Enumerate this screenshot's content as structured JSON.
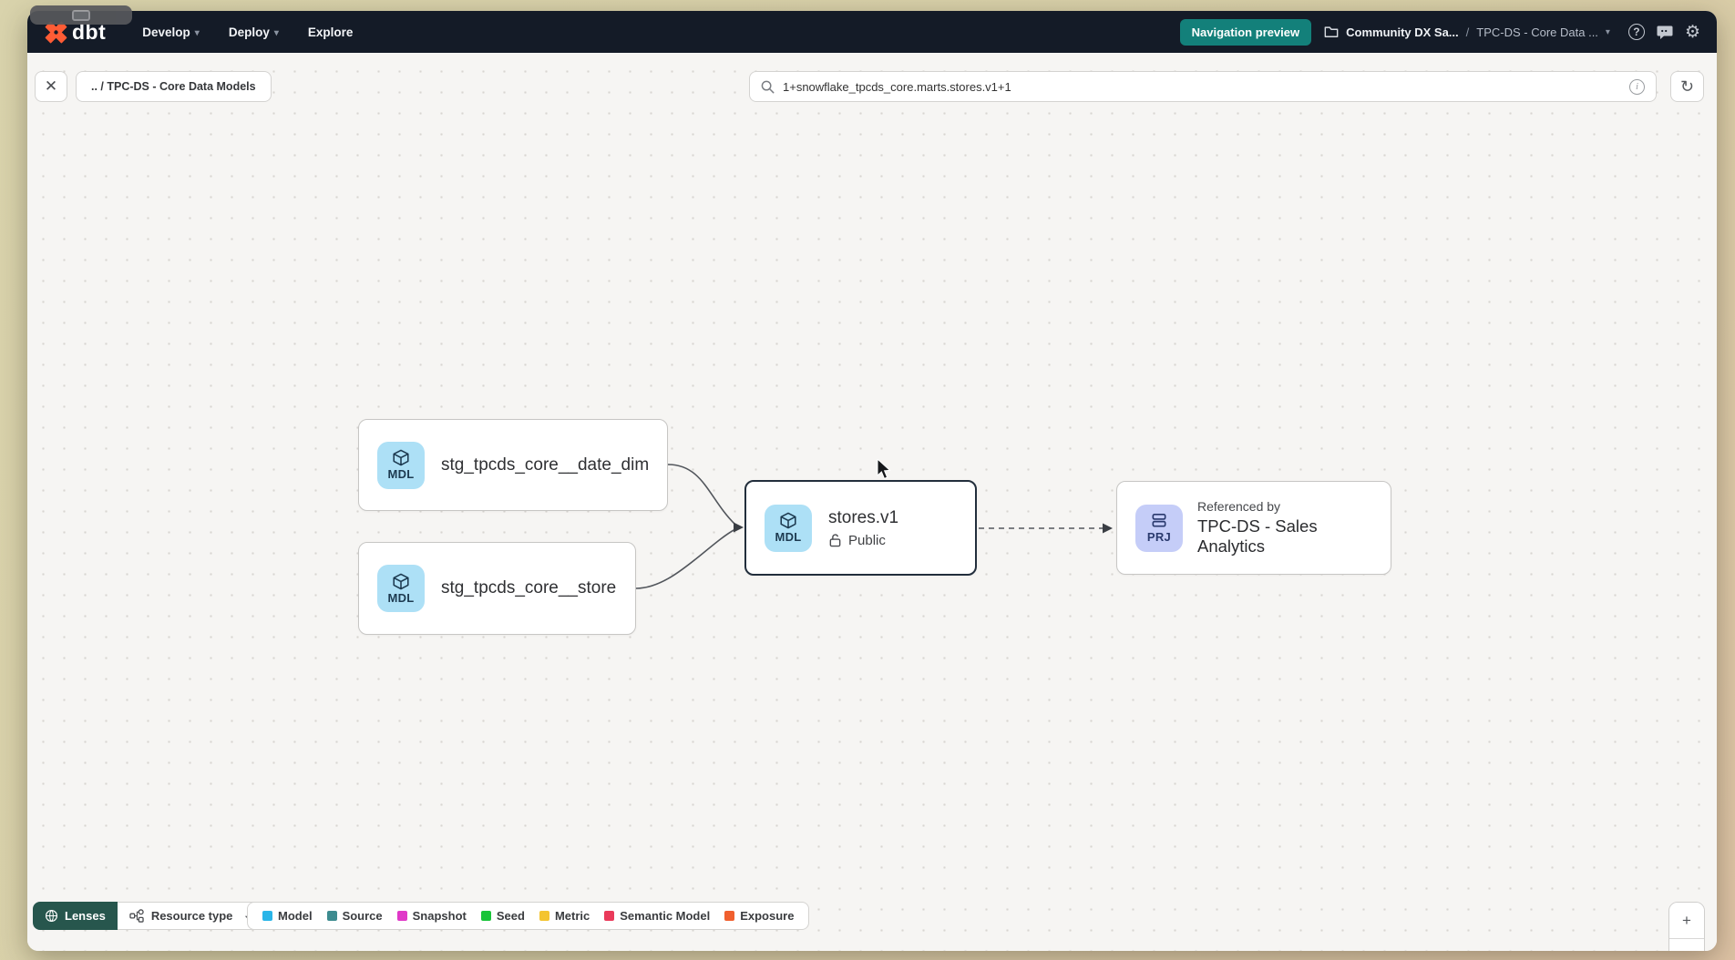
{
  "navbar": {
    "logo_text": "dbt",
    "menus": {
      "develop": "Develop",
      "deploy": "Deploy",
      "explore": "Explore"
    },
    "preview_badge": "Navigation preview",
    "account": "Community DX Sa...",
    "separator": "/",
    "project": "TPC-DS - Core Data ...",
    "help_glyph": "?",
    "gear_glyph": "⚙"
  },
  "toolbar": {
    "close_glyph": "✕",
    "breadcrumb": ".. / TPC-DS - Core Data Models",
    "search": {
      "value": "1+snowflake_tpcds_core.marts.stores.v1+1"
    },
    "info_glyph": "i",
    "refresh_glyph": "↻"
  },
  "graph": {
    "nodes": {
      "date_dim": {
        "badge": "MDL",
        "label": "stg_tpcds_core__date_dim"
      },
      "store": {
        "badge": "MDL",
        "label": "stg_tpcds_core__store"
      },
      "stores_v1": {
        "badge": "MDL",
        "label": "stores.v1",
        "access": "Public"
      },
      "referenced": {
        "badge": "PRJ",
        "title": "Referenced by",
        "label": "TPC-DS - Sales Analytics"
      }
    }
  },
  "footer": {
    "lenses_label": "Lenses",
    "resource_type_label": "Resource type",
    "chevron_glyph": "⌄",
    "legend": [
      {
        "label": "Model",
        "color": "#29b5e8"
      },
      {
        "label": "Source",
        "color": "#3d8b8f"
      },
      {
        "label": "Snapshot",
        "color": "#e038c8"
      },
      {
        "label": "Seed",
        "color": "#19c439"
      },
      {
        "label": "Metric",
        "color": "#f4c430"
      },
      {
        "label": "Semantic Model",
        "color": "#ea3a5a"
      },
      {
        "label": "Exposure",
        "color": "#f05f2e"
      }
    ],
    "zoom_in_glyph": "+",
    "zoom_out_glyph": "−"
  },
  "colors": {
    "navbar_bg": "#141b27",
    "accent_teal": "#13807a",
    "lenses_green": "#27564d",
    "badge_model_bg": "#ade0f6",
    "badge_project_bg": "#c5cdf8",
    "selected_border": "#222e3c",
    "logo_orange": "#ff5c35"
  }
}
